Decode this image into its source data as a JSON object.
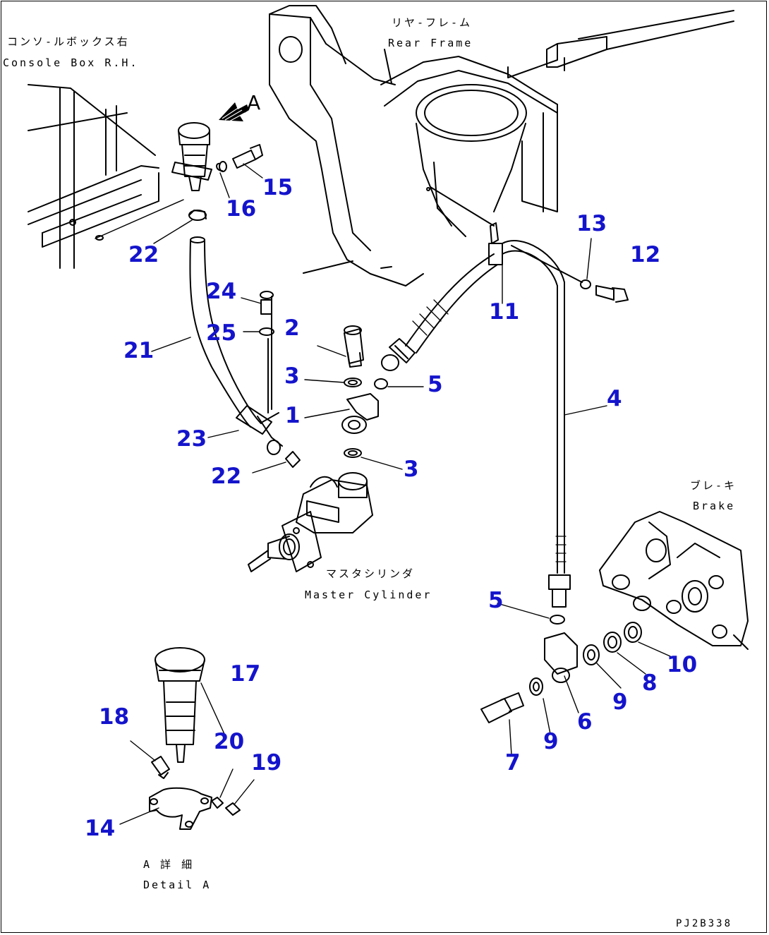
{
  "labels": {
    "console_jp": "コンソ-ルボックス右",
    "console_en": "Console Box R.H.",
    "rear_frame_jp": "リヤ-フレ-ム",
    "rear_frame_en": "Rear Frame",
    "brake_jp": "ブレ-キ",
    "brake_en": "Brake",
    "master_jp": "マスタシリンダ",
    "master_en": "Master Cylinder",
    "detail_jp": "A 詳 細",
    "detail_en": "Detail A",
    "view_arrow": "A",
    "drawing_code": "PJ2B338"
  },
  "part_numbers": {
    "n1": "1",
    "n2": "2",
    "n3a": "3",
    "n3b": "3",
    "n4": "4",
    "n5a": "5",
    "n5b": "5",
    "n6": "6",
    "n7": "7",
    "n8": "8",
    "n9a": "9",
    "n9b": "9",
    "n10": "10",
    "n11": "11",
    "n12": "12",
    "n13": "13",
    "n14": "14",
    "n15": "15",
    "n16": "16",
    "n17": "17",
    "n18": "18",
    "n19": "19",
    "n20": "20",
    "n21": "21",
    "n22a": "22",
    "n22b": "22",
    "n23": "23",
    "n24": "24",
    "n25": "25"
  },
  "colors": {
    "line": "#000000",
    "part_number": "#1414cc",
    "background": "#ffffff"
  }
}
